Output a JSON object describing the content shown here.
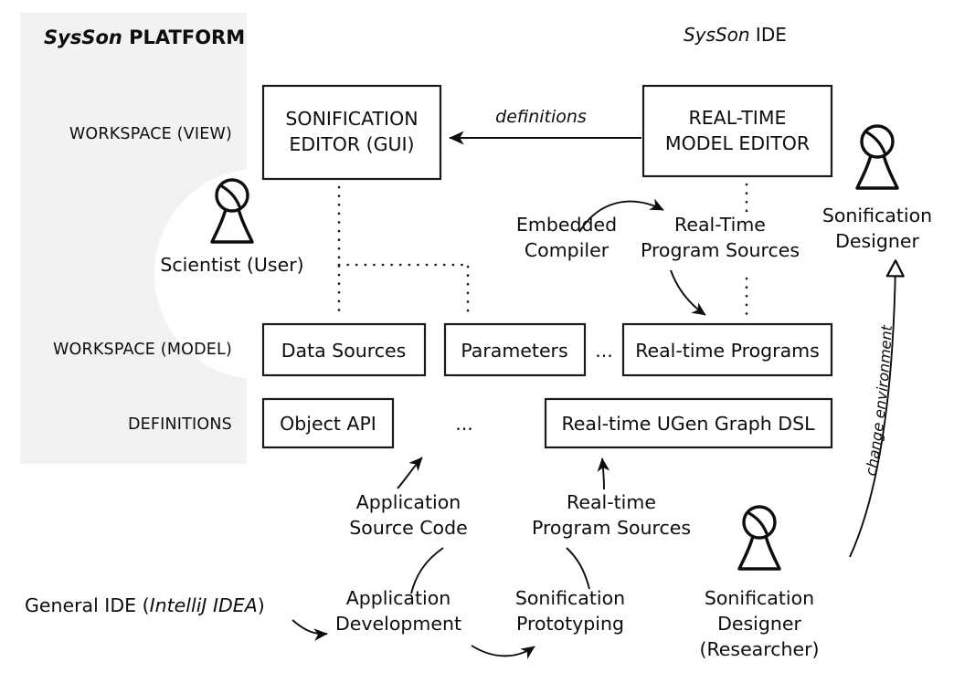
{
  "titles": {
    "platform_emph": "SysSon",
    "platform_rest": " PLATFORM",
    "ide_emph": "SysSon",
    "ide_rest": " IDE"
  },
  "row_labels": {
    "workspace_view": "WORKSPACE (VIEW)",
    "workspace_model": "WORKSPACE (MODEL)",
    "definitions": "DEFINITIONS"
  },
  "boxes": {
    "sonification_editor_line1": "SONIFICATION",
    "sonification_editor_line2": "EDITOR (GUI)",
    "model_editor_line1": "REAL-TIME",
    "model_editor_line2": "MODEL EDITOR",
    "data_sources": "Data Sources",
    "parameters": "Parameters",
    "realtime_programs": "Real-time Programs",
    "object_api": "Object API",
    "ugen_graph_dsl": "Real-time UGen Graph DSL"
  },
  "ellipses": {
    "model_row": "...",
    "definitions_row": "..."
  },
  "edge_labels": {
    "definitions": "definitions",
    "embedded_compiler_line1": "Embedded",
    "embedded_compiler_line2": "Compiler",
    "rt_program_sources_top_line1": "Real-Time",
    "rt_program_sources_top_line2": "Program Sources",
    "application_source_code_line1": "Application",
    "application_source_code_line2": "Source Code",
    "rt_program_sources_bottom_line1": "Real-time",
    "rt_program_sources_bottom_line2": "Program Sources",
    "change_environment": "change environment"
  },
  "actors": {
    "scientist": "Scientist (User)",
    "sonification_designer_line1": "Sonification",
    "sonification_designer_line2": "Designer",
    "sonification_designer_researcher_line1": "Sonification",
    "sonification_designer_researcher_line2": "Designer",
    "sonification_designer_researcher_line3": "(Researcher)"
  },
  "bottom_flow": {
    "general_ide_prefix": "General IDE (",
    "general_ide_emph": "IntelliJ IDEA",
    "general_ide_suffix": ")",
    "application_development_line1": "Application",
    "application_development_line2": "Development",
    "sonification_prototyping_line1": "Sonification",
    "sonification_prototyping_line2": "Prototyping"
  },
  "colors": {
    "panel_background": "#f1f3f2",
    "ink": "#0d0d0d",
    "page_background": "#ffffff"
  }
}
